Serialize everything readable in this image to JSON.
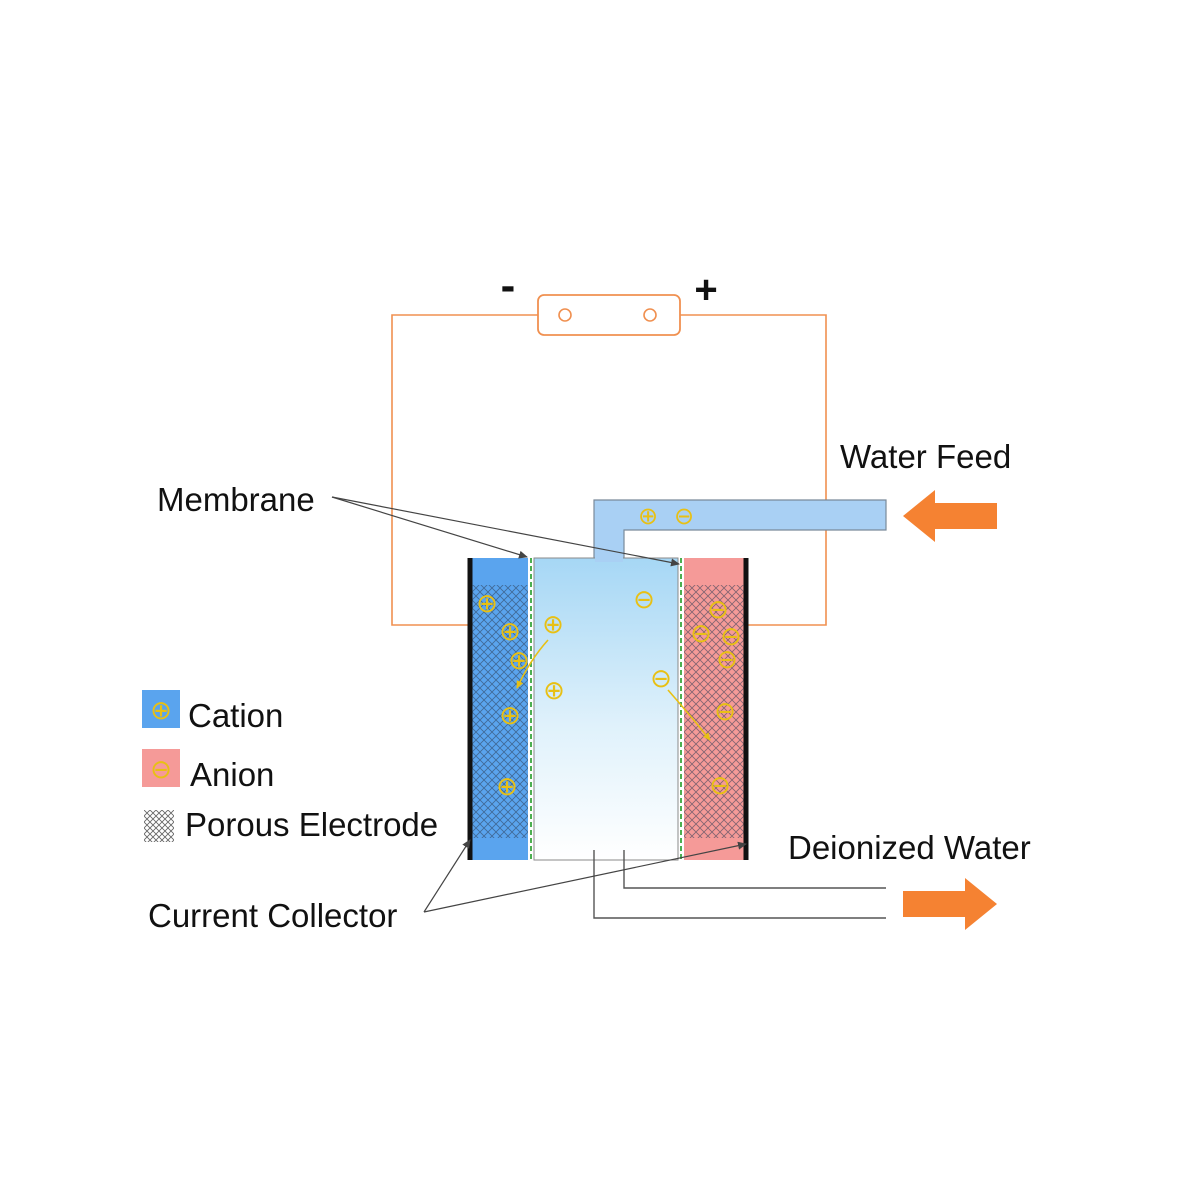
{
  "power_supply": {
    "negative_sign": "-",
    "positive_sign": "+"
  },
  "labels": {
    "water_feed": "Water Feed",
    "membrane": "Membrane",
    "deionized_water": "Deionized Water",
    "current_collector": "Current Collector"
  },
  "legend": {
    "cation": "Cation",
    "anion": "Anion",
    "porous_electrode": "Porous Electrode"
  },
  "symbols": {
    "cation": "⊕",
    "anion": "⊖"
  },
  "colors": {
    "cation_electrode": "#5aa4ee",
    "anion_electrode": "#f59a98",
    "wire": "#f09050",
    "flow_arrow": "#f58232",
    "ion_symbol": "#e8c014",
    "membrane": "#4caf50",
    "feed_channel": "#a9d0f4",
    "pipe_outline": "#555555"
  }
}
